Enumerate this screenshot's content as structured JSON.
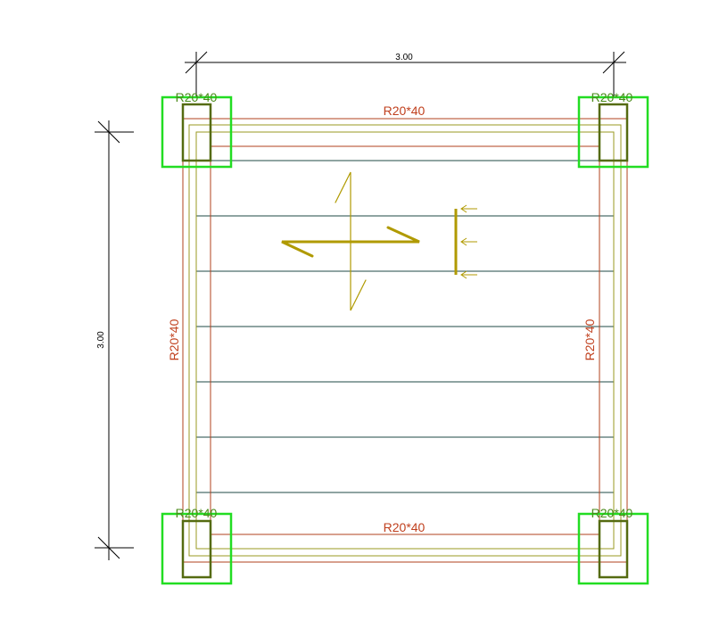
{
  "dimensions": {
    "horizontal": "3.00",
    "vertical": "3.00"
  },
  "columns": [
    {
      "label": "R20*40"
    },
    {
      "label": "R20*40"
    },
    {
      "label": "R20*40"
    },
    {
      "label": "R20*40"
    }
  ],
  "beams": {
    "top": "R20*40",
    "bottom": "R20*40",
    "left": "R20*40",
    "right": "R20*40"
  },
  "colors": {
    "column_outline": "#22dd22",
    "column_section": "#556b11",
    "beam": "#b0401e",
    "slab_edge": "#9a9a22",
    "joists": "#1f4a44",
    "symbol": "#b09a00",
    "dimension": "#000000"
  },
  "joist_count": 7
}
